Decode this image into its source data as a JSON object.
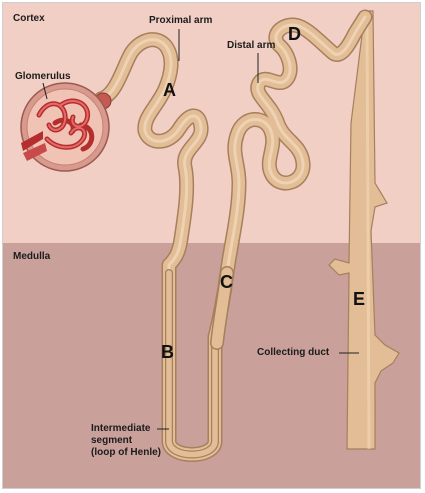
{
  "regions": {
    "cortex": "Cortex",
    "medulla": "Medulla"
  },
  "labels": {
    "proximal_arm": "Proximal arm",
    "distal_arm": "Distal arm",
    "glomerulus": "Glomerulus",
    "collecting_duct": "Collecting duct",
    "intermediate_line1": "Intermediate",
    "intermediate_line2": "segment",
    "intermediate_line3": "(loop of Henle)"
  },
  "letters": {
    "a": "A",
    "b": "B",
    "c": "C",
    "d": "D",
    "e": "E"
  },
  "colors": {
    "cortex": "#f2cfc5",
    "medulla": "#c9a09a",
    "tubule": "#e2bd96",
    "tubule_edge": "#a67f5e",
    "glomerulus": "#c33a3a"
  }
}
